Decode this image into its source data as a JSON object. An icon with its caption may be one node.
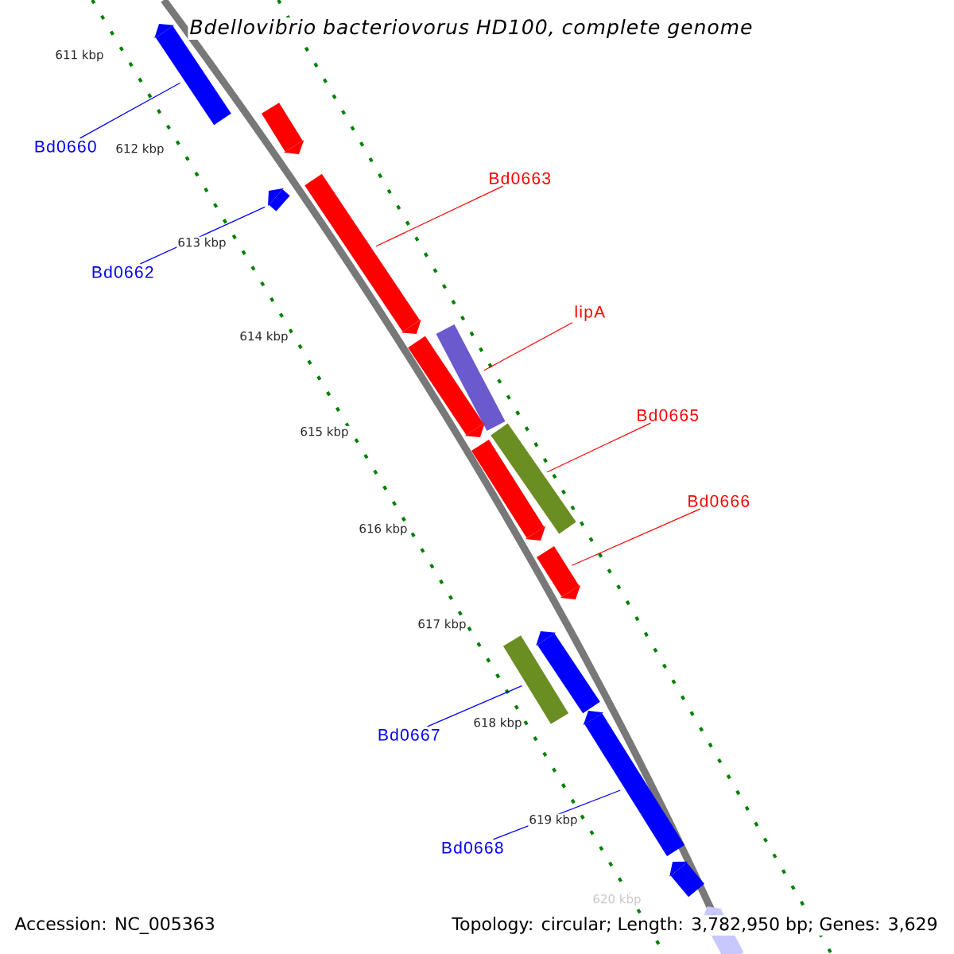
{
  "diagram": {
    "title": "Bdellovibrio bacteriovorus HD100, complete genome",
    "nodes": [
      {
        "text": [
          "Bd0660"
        ]
      },
      {
        "text": [
          "Bd0662"
        ]
      },
      {
        "text": [
          "Bd0663"
        ]
      },
      {
        "text": [
          "lipA"
        ]
      },
      {
        "text": [
          "Bd0665"
        ]
      },
      {
        "text": [
          "Bd0666"
        ]
      },
      {
        "text": [
          "Bd0667"
        ]
      },
      {
        "text": [
          "Bd0668"
        ]
      },
      {
        "text": [],
        "shape": "bar"
      },
      {
        "text": [],
        "shape": "bar"
      },
      {
        "text": [],
        "shape": "bar"
      },
      {
        "text": [],
        "shape": "bar"
      },
      {
        "text": [],
        "shape": "bar"
      },
      {
        "text": [],
        "shape": "bar"
      },
      {
        "text": [],
        "shape": "bar"
      },
      {
        "text": [],
        "shape": "bar"
      },
      {
        "text": [],
        "shape": "bar"
      },
      {
        "text": [],
        "shape": "bar"
      },
      {
        "text": [],
        "shape": "bar"
      },
      {
        "text": [],
        "shape": "bar"
      },
      {
        "text": [],
        "shape": "bar"
      },
      {
        "text": [],
        "shape": "bar"
      }
    ],
    "edges": [
      {
        "from": 0,
        "to": 8,
        "arrow": "none",
        "color": "#0000ff"
      },
      {
        "from": 1,
        "to": 10,
        "arrow": "none",
        "color": "#0000ff"
      },
      {
        "from": 2,
        "to": 11,
        "arrow": "none",
        "color": "#ff0000"
      },
      {
        "from": 3,
        "to": 12,
        "arrow": "none",
        "color": "#ff0000"
      },
      {
        "from": 4,
        "to": 14,
        "arrow": "none",
        "color": "#ff0000"
      },
      {
        "from": 5,
        "to": 16,
        "arrow": "none",
        "color": "#ff0000"
      },
      {
        "from": 6,
        "to": 18,
        "arrow": "none",
        "color": "#0000ff"
      },
      {
        "from": 7,
        "to": 19,
        "arrow": "none",
        "color": "#0000ff"
      }
    ],
    "labels": [
      "611 kbp",
      "612 kbp",
      "613 kbp",
      "614 kbp",
      "615 kbp",
      "616 kbp",
      "617 kbp",
      "618 kbp",
      "619 kbp",
      "620 kbp",
      "Accession: NC_005363",
      "Topology: circular; Length: 3,782,950 bp; Genes: 3,629"
    ]
  }
}
